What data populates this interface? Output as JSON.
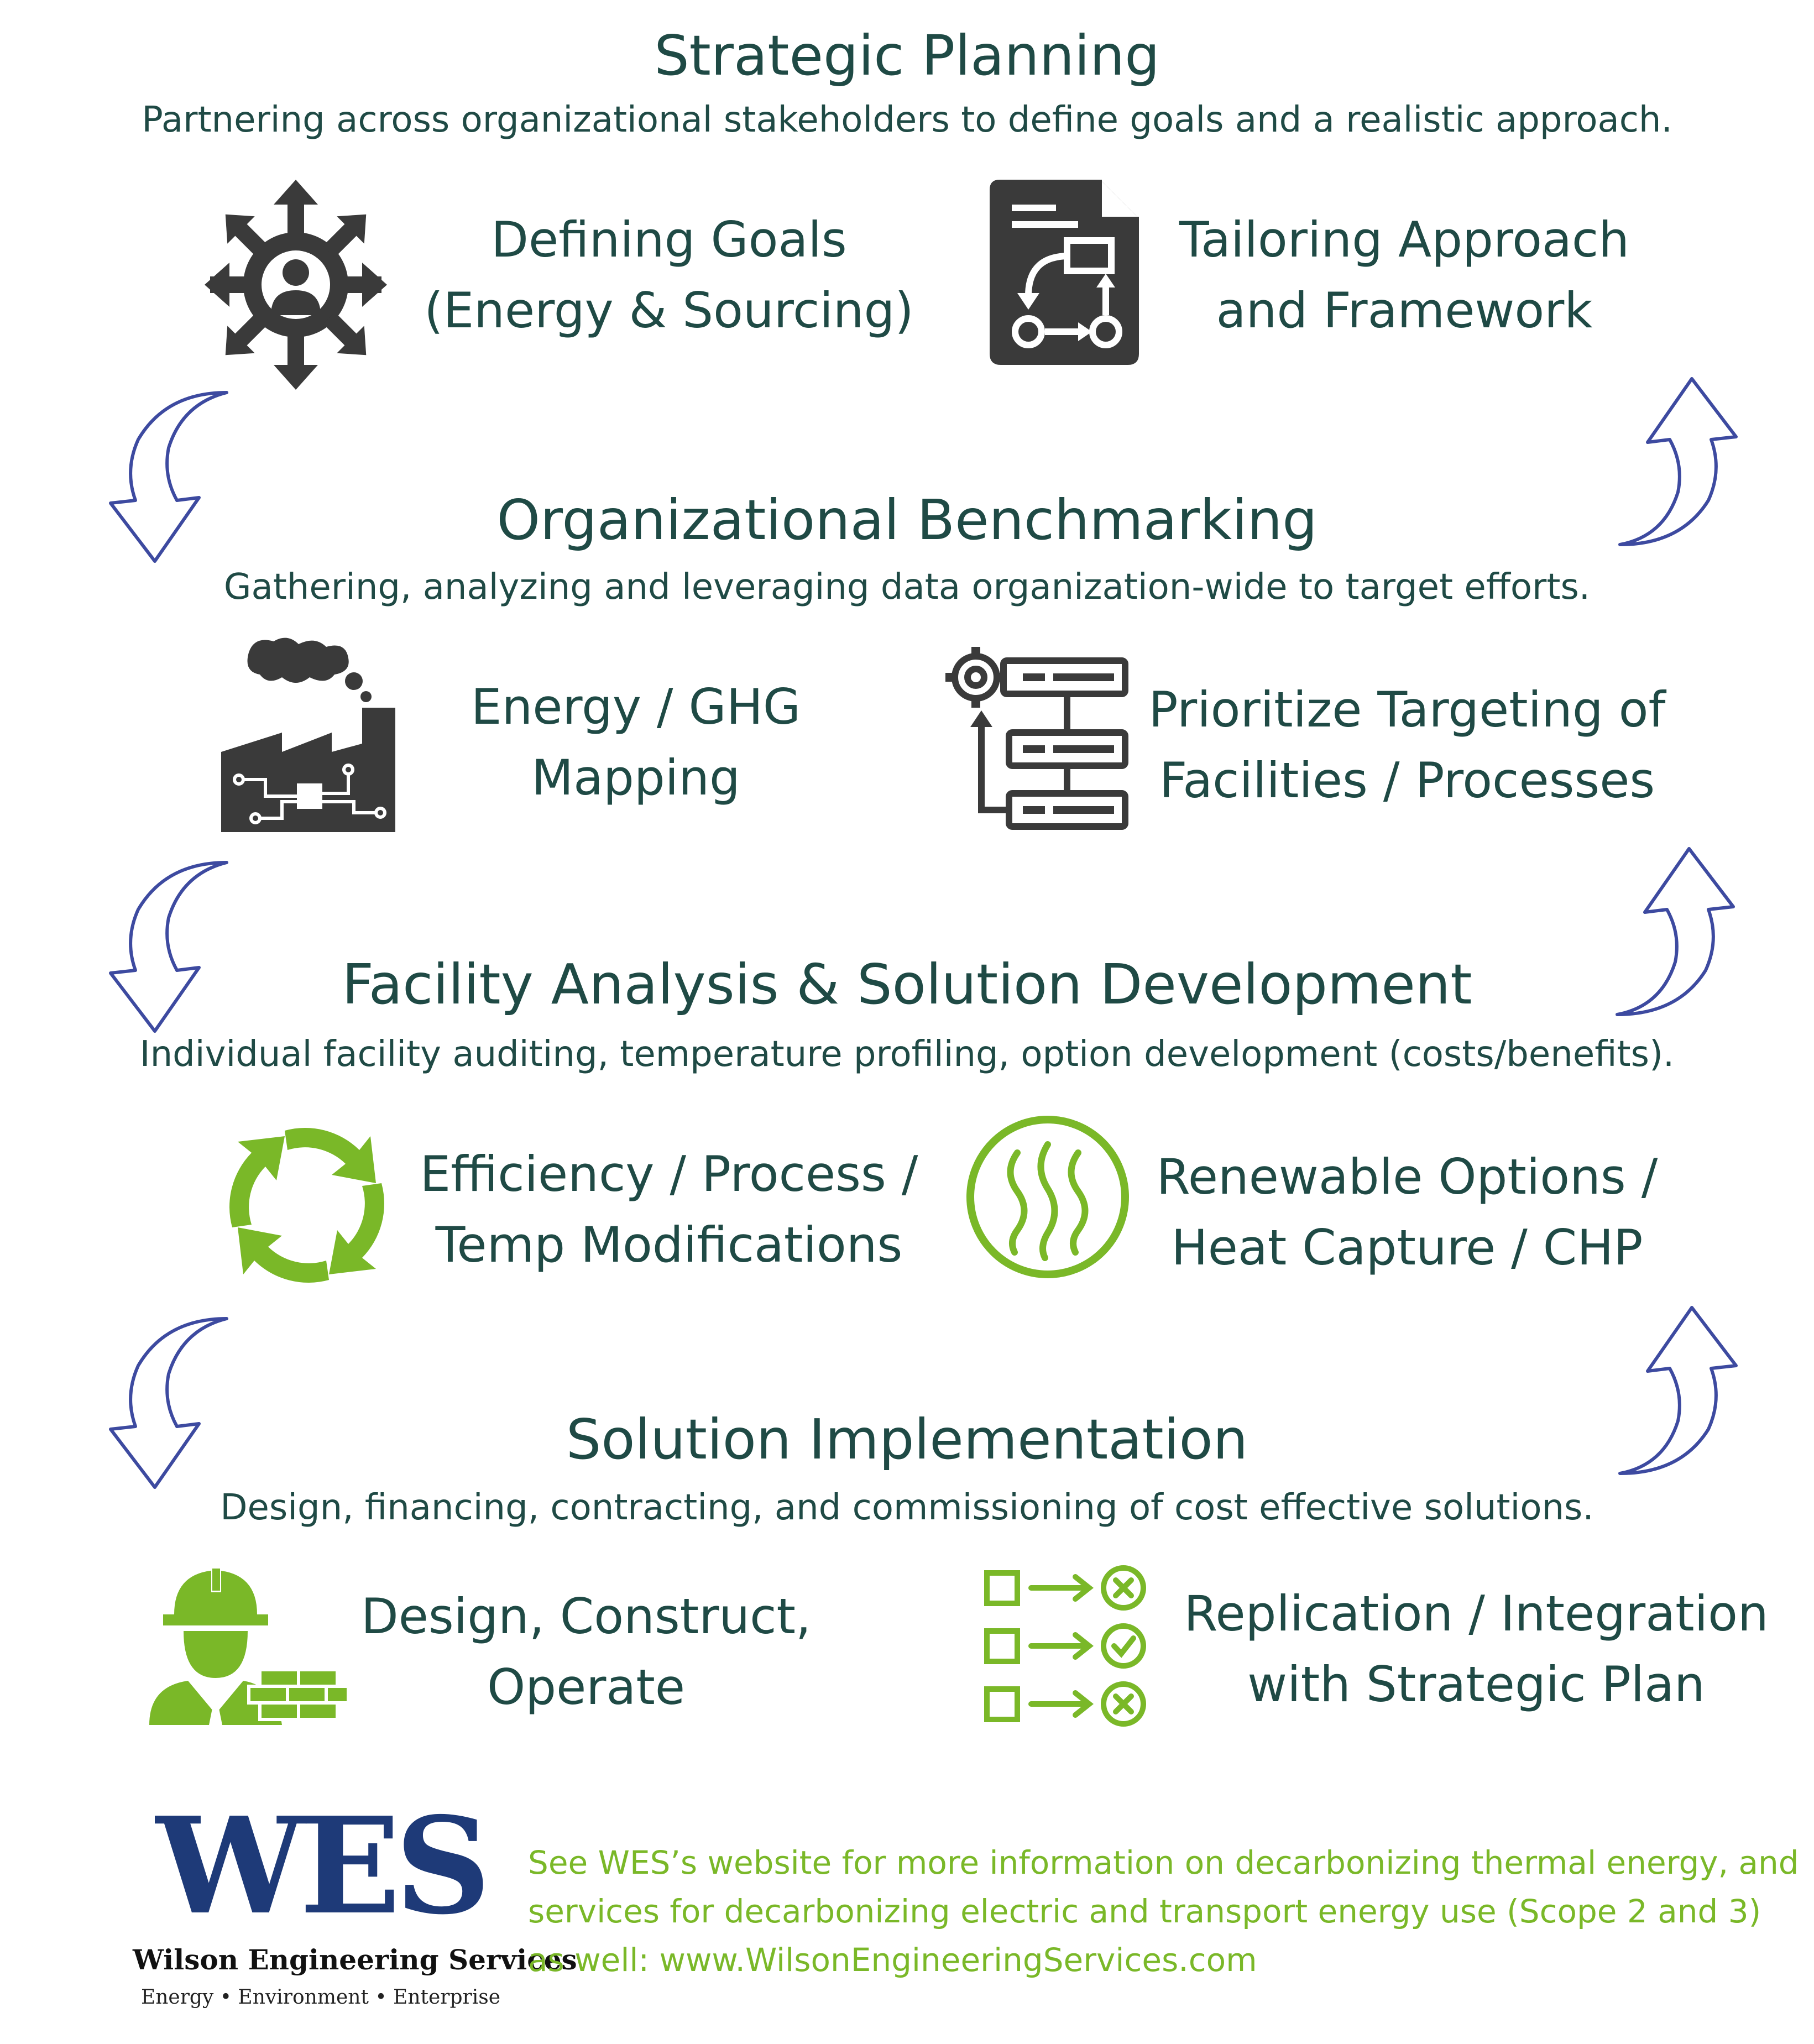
{
  "colors": {
    "text": "#1f4a45",
    "icon_dark": "#3a3a3a",
    "icon_green": "#7ab828",
    "arrow": "#3d4aa0",
    "logo": "#1e3a78"
  },
  "sections": [
    {
      "title": "Strategic Planning",
      "subtitle": "Partnering across organizational stakeholders to define goals and a realistic approach.",
      "items": [
        {
          "icon": "compass-person-icon",
          "lines": [
            "Defining Goals",
            "(Energy & Sourcing)"
          ]
        },
        {
          "icon": "workflow-document-icon",
          "lines": [
            "Tailoring Approach",
            "and Framework"
          ]
        }
      ]
    },
    {
      "title": "Organizational Benchmarking",
      "subtitle": "Gathering, analyzing and leveraging data organization-wide to target efforts.",
      "items": [
        {
          "icon": "factory-icon",
          "lines": [
            "Energy / GHG",
            "Mapping"
          ]
        },
        {
          "icon": "gear-process-list-icon",
          "lines": [
            "Prioritize Targeting of",
            "Facilities / Processes"
          ]
        }
      ]
    },
    {
      "title": "Facility Analysis & Solution Development",
      "subtitle": "Individual facility auditing, temperature profiling, option development (costs/benefits).",
      "items": [
        {
          "icon": "recycle-arrows-icon",
          "lines": [
            "Efficiency / Process /",
            "Temp Modifications"
          ]
        },
        {
          "icon": "heat-waves-icon",
          "lines": [
            "Renewable Options /",
            "Heat Capture / CHP"
          ]
        }
      ]
    },
    {
      "title": "Solution Implementation",
      "subtitle": "Design, financing, contracting, and commissioning of cost effective solutions.",
      "items": [
        {
          "icon": "construction-worker-icon",
          "lines": [
            "Design, Construct,",
            "Operate"
          ]
        },
        {
          "icon": "checklist-arrows-icon",
          "lines": [
            "Replication / Integration",
            "with Strategic Plan"
          ]
        }
      ]
    }
  ],
  "footer": {
    "lines": [
      "See WES’s website for more information on decarbonizing thermal energy, and",
      "services for decarbonizing electric and transport energy use (Scope 2 and 3)",
      "as well: www.WilsonEngineeringServices.com"
    ]
  },
  "logo": {
    "mark": "WES",
    "name": "Wilson Engineering Services",
    "tagline": "Energy • Environment • Enterprise"
  }
}
